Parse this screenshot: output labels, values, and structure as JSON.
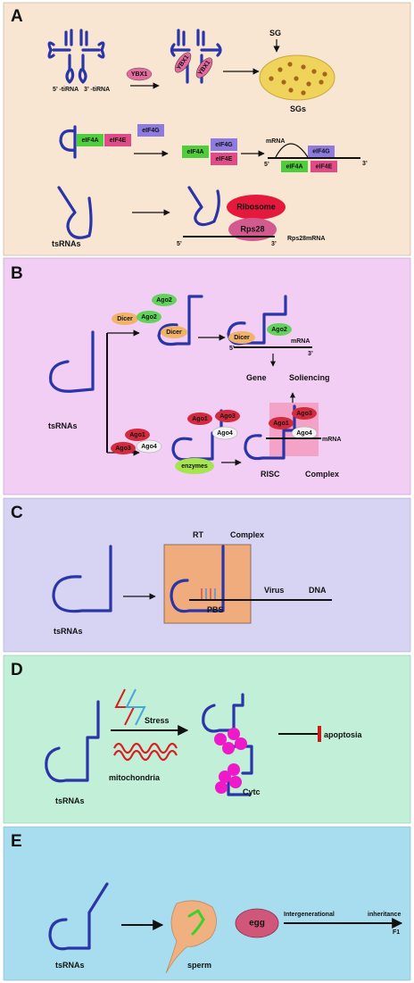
{
  "panels": {
    "a": {
      "letter": "A",
      "tirna5": "5’ -tiRNA",
      "tirna3": "3’ -tiRNA",
      "ybx1": "YBX1",
      "sg": "SG",
      "sgs": "SGs",
      "eif4a": "eIF4A",
      "eif4e": "eIF4E",
      "eif4g": "eIF4G",
      "mrna": "mRNA",
      "five": "5’",
      "three": "3’",
      "tsrnas": "tsRNAs",
      "ribosome": "Ribosome",
      "rps28": "Rps28",
      "rps28mrna": "Rps28mRNA"
    },
    "b": {
      "letter": "B",
      "dicer": "Dicer",
      "ago1": "Ago1",
      "ago2": "Ago2",
      "ago3": "Ago3",
      "ago4": "Ago4",
      "mrna": "mRNA",
      "five": "5’",
      "three": "3’",
      "gene": "Gene",
      "silencing": "Soliencing",
      "tsrnas": "tsRNAs",
      "enzymes": "enzymes",
      "risc": "RISC",
      "complex": "Complex"
    },
    "c": {
      "letter": "C",
      "rt": "RT",
      "complex": "Complex",
      "virus": "Virus",
      "dna": "DNA",
      "pbs": "PBS",
      "tsrnas": "tsRNAs"
    },
    "d": {
      "letter": "D",
      "stress": "Stress",
      "mitochondria": "mitochondria",
      "apoptosia": "apoptosia",
      "cytc": "Cytc",
      "tsrnas": "tsRNAs"
    },
    "e": {
      "letter": "E",
      "sperm": "sperm",
      "egg": "egg",
      "intergenerational": "Intergenerational",
      "inheritance": "inheritance",
      "f1": "F1",
      "tsrnas": "tsRNAs"
    }
  },
  "colors": {
    "panel_a_bg": "#f8e6d3",
    "panel_b_bg": "#f2cdf4",
    "panel_c_bg": "#d7d3f3",
    "panel_d_bg": "#c1efd8",
    "panel_e_bg": "#a8dcef",
    "trna": "#2a35a8",
    "ybx1": "#e36a9d",
    "stress_granule": "#f0d35a",
    "stress_granule_dot": "#a5661b",
    "eif4a": "#4ece3a",
    "eif4e": "#e04a86",
    "eif4g": "#8f7be0",
    "ribosome": "#e4193c",
    "rps28": "#d25a8e",
    "dicer": "#f1b36a",
    "ago1": "#d42a3e",
    "ago2": "#5fd35a",
    "ago3": "#d42a3e",
    "ago4": "#f2f2f2",
    "enzymes": "#a6e54d",
    "risc_box": "#f3a3c8",
    "rt_box": "#f0ac7c",
    "cytc": "#ee1aca",
    "apoptosis_block": "#cc1a1a",
    "sperm": "#f0b080",
    "sperm_trna": "#3bd12b",
    "egg": "#d0567a"
  }
}
